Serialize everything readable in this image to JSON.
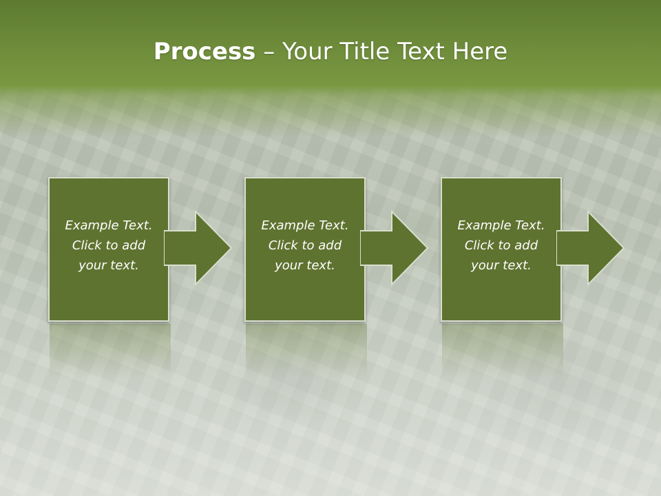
{
  "slide": {
    "title_strong": "Process",
    "title_rest": " – Your Title Text Here"
  },
  "steps": [
    {
      "line1": "Example Text.",
      "line2": "Click  to add",
      "line3": "your text."
    },
    {
      "line1": "Example Text.",
      "line2": "Click  to add",
      "line3": "your text."
    },
    {
      "line1": "Example Text.",
      "line2": "Click  to add",
      "line3": "your text."
    }
  ],
  "colors": {
    "header_green": "#6e8c3a",
    "box_fill": "#5f7330",
    "box_border": "#d9dfce",
    "text": "#ffffff"
  },
  "icons": [
    "right-arrow-icon"
  ]
}
